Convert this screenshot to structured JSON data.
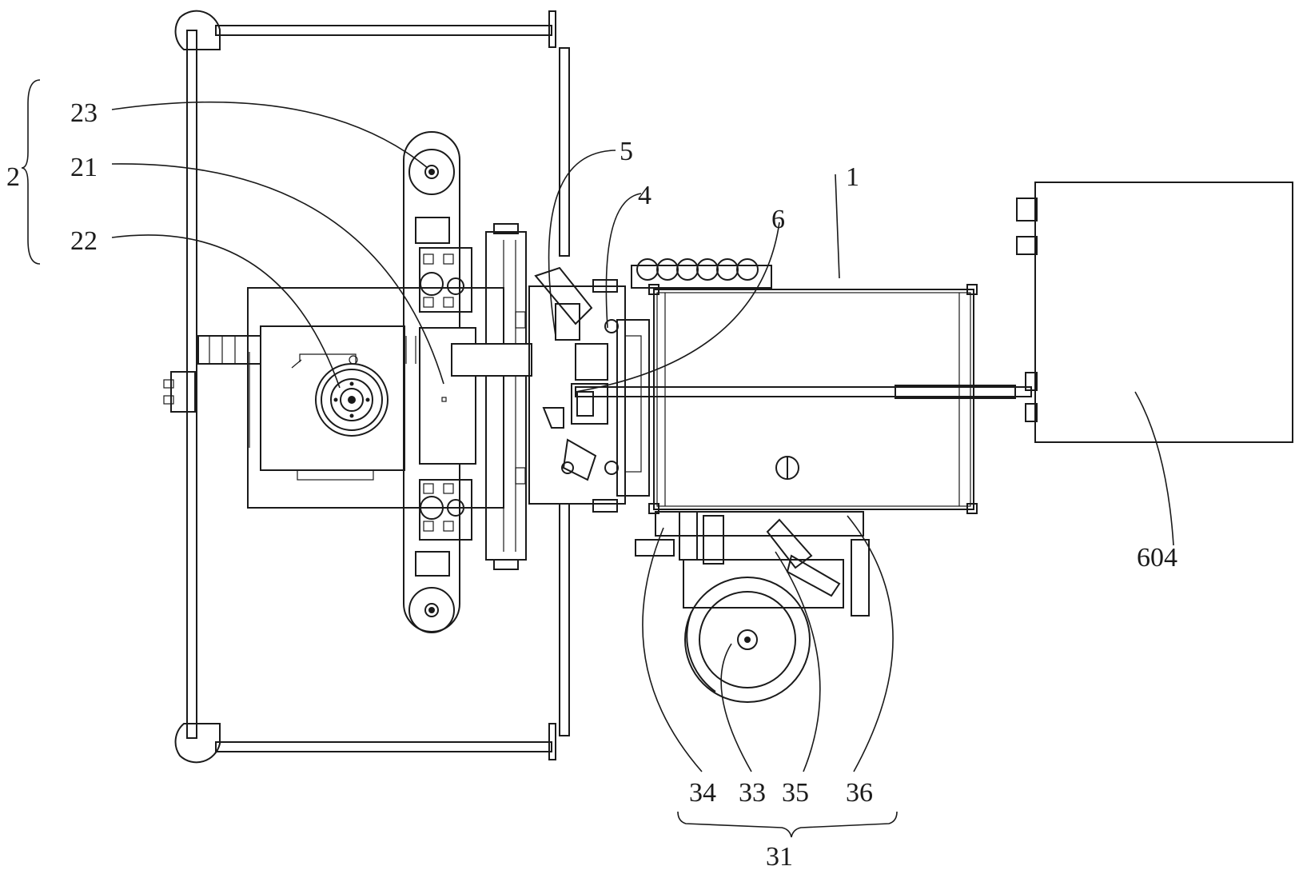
{
  "labels": {
    "group_2": "2",
    "part_23": "23",
    "part_21": "21",
    "part_22": "22",
    "part_5": "5",
    "part_4": "4",
    "part_6": "6",
    "part_1": "1",
    "part_604": "604",
    "part_34": "34",
    "part_33": "33",
    "part_35": "35",
    "part_36": "36",
    "group_31": "31"
  }
}
